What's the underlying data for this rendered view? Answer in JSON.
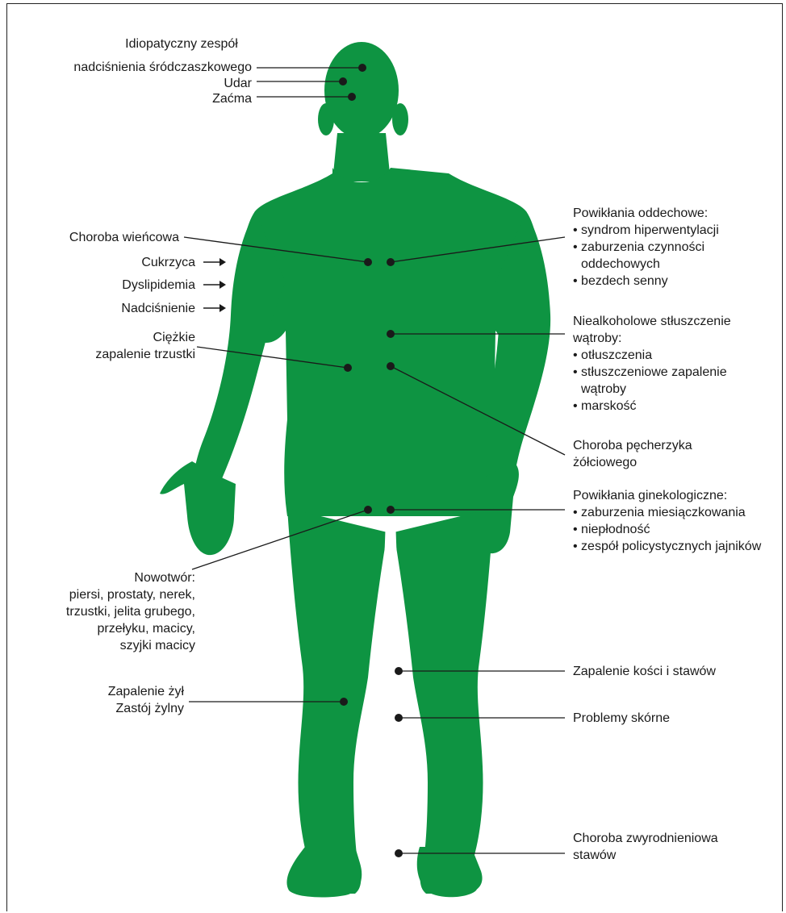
{
  "colors": {
    "body": "#0e9442",
    "line": "#1a1a1a",
    "dot": "#1a1a1a"
  },
  "labels": {
    "idiopathic_1": "Idiopatyczny zespół",
    "idiopathic_2": "nadciśnienia śródczaszkowego",
    "stroke": "Udar",
    "cataract": "Zaćma",
    "coronary": "Choroba wieńcowa",
    "diabetes": "Cukrzyca",
    "dyslipidemia": "Dyslipidemia",
    "hypertension": "Nadciśnienie",
    "pancreatitis_1": "Ciężkie",
    "pancreatitis_2": "zapalenie trzustki",
    "cancer_title": "Nowotwór:",
    "cancer_1": "piersi, prostaty, nerek,",
    "cancer_2": "trzustki, jelita grubego,",
    "cancer_3": "przełyku, macicy,",
    "cancer_4": "szyjki macicy",
    "phlebitis_1": "Zapalenie żył",
    "phlebitis_2": "Zastój żylny",
    "respiratory_title": "Powikłania oddechowe:",
    "respiratory_1": "syndrom hiperwentylacji",
    "respiratory_2a": "zaburzenia czynności",
    "respiratory_2b": "oddechowych",
    "respiratory_3": "bezdech senny",
    "nafld_title_1": "Niealkoholowe stłuszczenie",
    "nafld_title_2": "wątroby:",
    "nafld_1": "otłuszczenia",
    "nafld_2a": "stłuszczeniowe zapalenie",
    "nafld_2b": "wątroby",
    "nafld_3": "marskość",
    "gallbladder_1": "Choroba pęcherzyka",
    "gallbladder_2": "żółciowego",
    "gyn_title": "Powikłania ginekologiczne:",
    "gyn_1": "zaburzenia miesiączkowania",
    "gyn_2": "niepłodność",
    "gyn_3": "zespół policystycznych jajników",
    "osteo": "Zapalenie kości i stawów",
    "skin": "Problemy skórne",
    "degenerative_1": "Choroba zwyrodnieniowa",
    "degenerative_2": "stawów"
  }
}
